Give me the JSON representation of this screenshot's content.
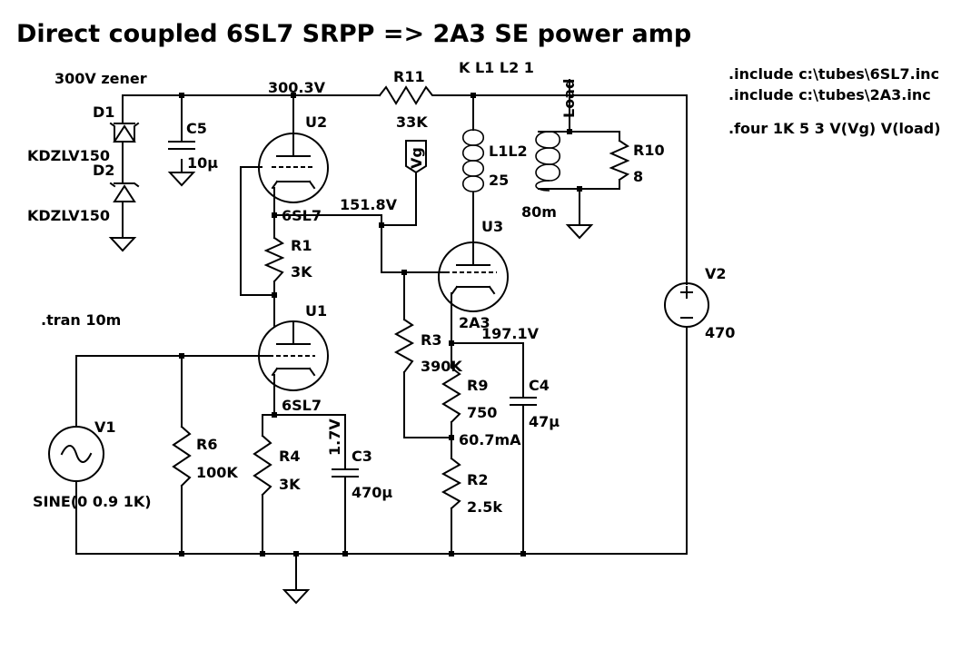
{
  "title": "Direct coupled 6SL7 SRPP => 2A3 SE power amp",
  "spice": {
    "include1": ".include c:\\tubes\\6SL7.inc",
    "include2": ".include c:\\tubes\\2A3.inc",
    "four": ".four 1K 5 3 V(Vg) V(load)",
    "tran": ".tran 10m",
    "coupling": "K L1 L2 1"
  },
  "components": {
    "zener_note": "300V zener",
    "d1": {
      "name": "D1",
      "value": "KDZLV150"
    },
    "d2": {
      "name": "D2",
      "value": "KDZLV150"
    },
    "c5": {
      "name": "C5",
      "value": "10µ"
    },
    "u2": {
      "name": "U2",
      "value": "6SL7"
    },
    "u1": {
      "name": "U1",
      "value": "6SL7"
    },
    "u3": {
      "name": "U3",
      "value": "2A3"
    },
    "r11": {
      "name": "R11",
      "value": "33K"
    },
    "r1": {
      "name": "R1",
      "value": "3K"
    },
    "r3": {
      "name": "R3",
      "value": "390K"
    },
    "r6": {
      "name": "R6",
      "value": "100K"
    },
    "r4": {
      "name": "R4",
      "value": "3K"
    },
    "r9": {
      "name": "R9",
      "value": "750"
    },
    "r2": {
      "name": "R2",
      "value": "2.5k"
    },
    "r10": {
      "name": "R10",
      "value": "8"
    },
    "c3": {
      "name": "C3",
      "value": "470µ"
    },
    "c4": {
      "name": "C4",
      "value": "47µ"
    },
    "l1l2": {
      "name": "L1L2",
      "value": "25"
    },
    "l_sec": "80m",
    "v1": {
      "name": "V1",
      "value": "SINE(0 0.9 1K)"
    },
    "v2": {
      "name": "V2",
      "value": "470"
    }
  },
  "nets": {
    "vg": "Vg",
    "load": "Load"
  },
  "readings": {
    "v_b_plus": "300.3V",
    "v_grid": "151.8V",
    "v_cathode": "197.1V",
    "i_cathode": "60.7mA",
    "v_u1_cathode": "1.7V"
  }
}
